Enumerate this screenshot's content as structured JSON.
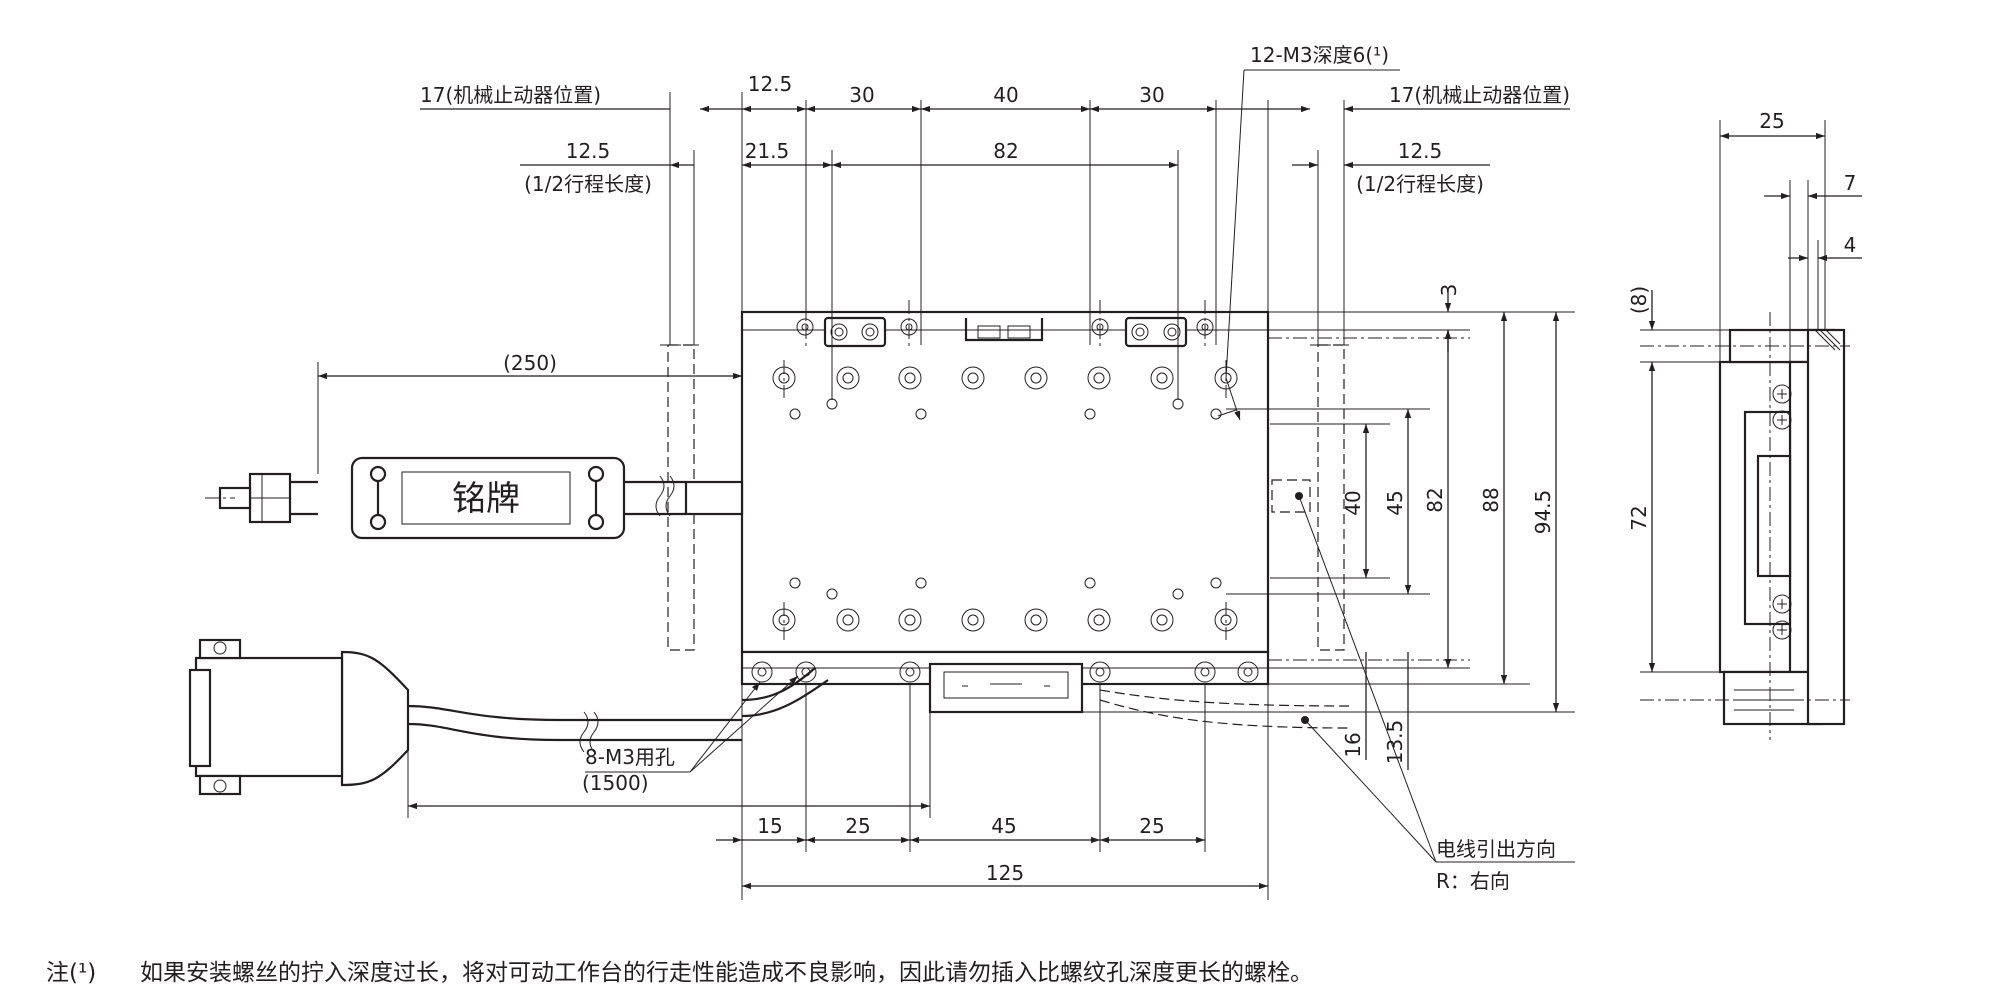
{
  "top_dimensions": {
    "stopper_left": "17(机械止动器位置)",
    "stopper_right": "17(机械止动器位置)",
    "d_12_5": "12.5",
    "d_30_left": "30",
    "d_40": "40",
    "d_30_right": "30",
    "d_21_5": "21.5",
    "d_82": "82",
    "half_stroke_left_value": "12.5",
    "half_stroke_left_note": "(1/2行程长度)",
    "half_stroke_right_value": "12.5",
    "half_stroke_right_note": "(1/2行程长度)",
    "tap_callout": "12-M3深度6(¹)"
  },
  "cable": {
    "length_250": "(250)",
    "length_1500": "(1500)",
    "nameplate": "铭牌"
  },
  "bottom_dimensions": {
    "d_15": "15",
    "d_25_left": "25",
    "d_45": "45",
    "d_25_right": "25",
    "d_125": "125",
    "mount_holes": "8-M3用孔"
  },
  "right_dimensions": {
    "d_3": "3",
    "d_40": "40",
    "d_45": "45",
    "d_82": "82",
    "d_88": "88",
    "d_94_5": "94.5",
    "d_16": "16",
    "d_13_5": "13.5",
    "wire_direction": "电线引出方向",
    "wire_direction_value": "R：右向"
  },
  "side_view": {
    "d_25": "25",
    "d_7": "7",
    "d_4": "4",
    "d_8": "(8)",
    "d_72": "72"
  },
  "footnote": {
    "marker": "注(¹)",
    "text": "如果安装螺丝的拧入深度过长，将对可动工作台的行走性能造成不良影响，因此请勿插入比螺纹孔深度更长的螺栓。"
  }
}
